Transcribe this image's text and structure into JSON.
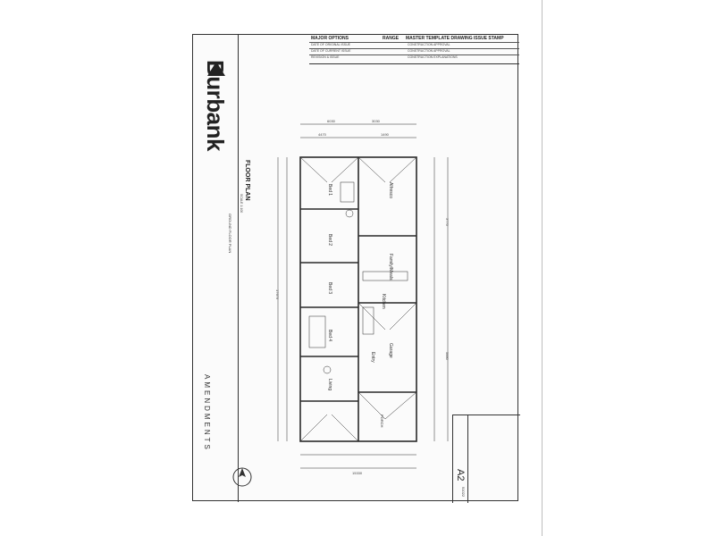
{
  "titleblock": {
    "brand": "Burbank",
    "major_options": "MAJOR OPTIONS",
    "range": "RANGE",
    "stamp": "MASTER TEMPLATE DRAWING ISSUE STAMP",
    "stamp_rows": [
      "DATE OF ORIGINAL ISSUE",
      "DATE OF CURRENT ISSUE",
      "REVISION & ISSUE"
    ],
    "stamp_values": [
      "CONSTRUCTION APPROVAL",
      "CONSTRUCTION APPROVAL",
      "CONSTRUCTION EXPLANATIONS"
    ],
    "sheet_size": "A2",
    "job_no": "91022",
    "amendments": "AMENDMENTS",
    "drawing_label": "GROUND FLOOR PLAN",
    "floor_plan_title": "FLOOR PLAN",
    "scale": "SCALE 1:100"
  },
  "rooms": {
    "bed1": "Bed 1",
    "bed2": "Bed 2",
    "bed3": "Bed 3",
    "bed4": "Bed 4",
    "family": "Family/Meals",
    "kitchen": "Kitchen",
    "entry": "Entry",
    "living": "Living",
    "alfresco": "Alfresco",
    "garage": "Garage",
    "porch": "PORCH"
  },
  "dimensions": {
    "overall_width": "15330",
    "overall_depth": "17670",
    "d1": "6030",
    "d2": "3030",
    "d3": "4470",
    "d4": "1490",
    "d5": "3770",
    "d6": "5880"
  },
  "colors": {
    "ink": "#2b2b2b",
    "paper": "#fbfbfb",
    "faint": "#888888"
  }
}
